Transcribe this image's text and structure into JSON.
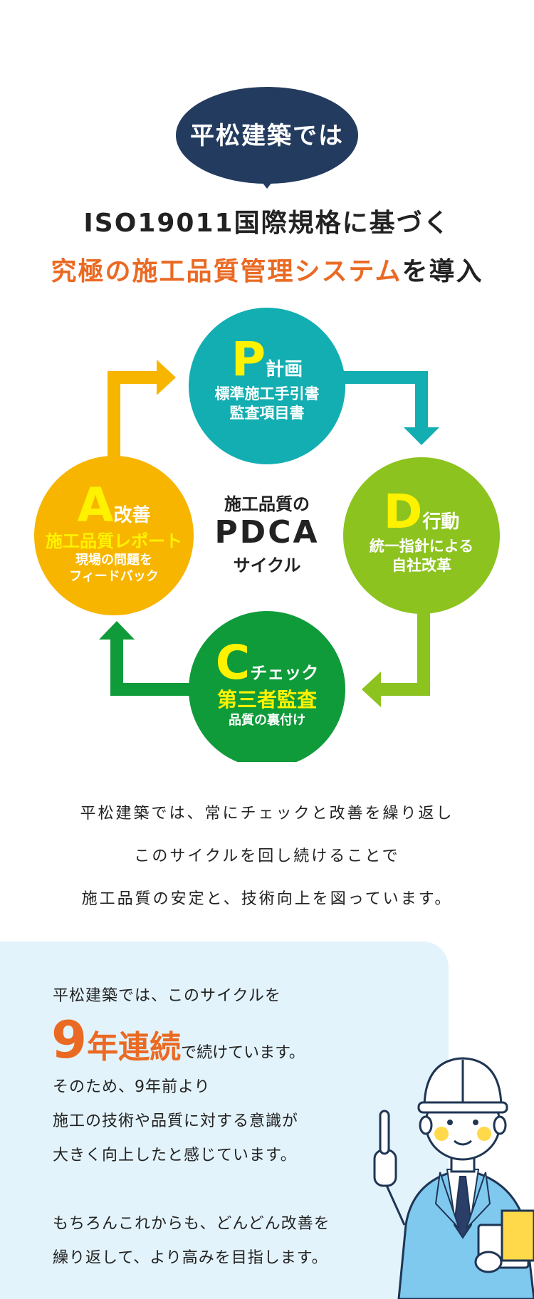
{
  "header": {
    "bubble_label": "平松建築では",
    "headline_line1": "ISO19011国際規格に基づく",
    "headline_line2_emphasis": "究極の施工品質管理システム",
    "headline_line2_rest": "を導入"
  },
  "cycle": {
    "center_line1": "施工品質の",
    "center_line2": "PDCA",
    "center_line3": "サイクル",
    "p": {
      "letter": "P",
      "title": "計画",
      "desc1": "標準施工手引書",
      "desc2": "監査項目書",
      "color": "#13aeb1"
    },
    "d": {
      "letter": "D",
      "title": "行動",
      "desc1": "統一指針による",
      "desc2": "自社改革",
      "color": "#8cc31f"
    },
    "c": {
      "letter": "C",
      "title": "チェック",
      "highlight": "第三者監査",
      "desc1": "品質の裏付け",
      "color": "#0f9b3a"
    },
    "a": {
      "letter": "A",
      "title": "改善",
      "highlight": "施工品質レポート",
      "desc1": "現場の問題を",
      "desc2": "フィードバック",
      "color": "#f7b500"
    }
  },
  "intro_paragraph": {
    "line1": "平松建築では、常にチェックと改善を繰り返し",
    "line2": "このサイクルを回し続けることで",
    "line3": "施工品質の安定と、技術向上を図っています。"
  },
  "panel": {
    "line1": "平松建築では、このサイクルを",
    "highlight_number": "9",
    "highlight_text": "年連続",
    "highlight_tail": "で続けています。",
    "line3": "そのため、9年前より",
    "line4": "施工の技術や品質に対する意識が",
    "line5": "大きく向上したと感じています。",
    "line6": "もちろんこれからも、どんどん改善を",
    "line7": "繰り返して、より高みを目指します。"
  }
}
